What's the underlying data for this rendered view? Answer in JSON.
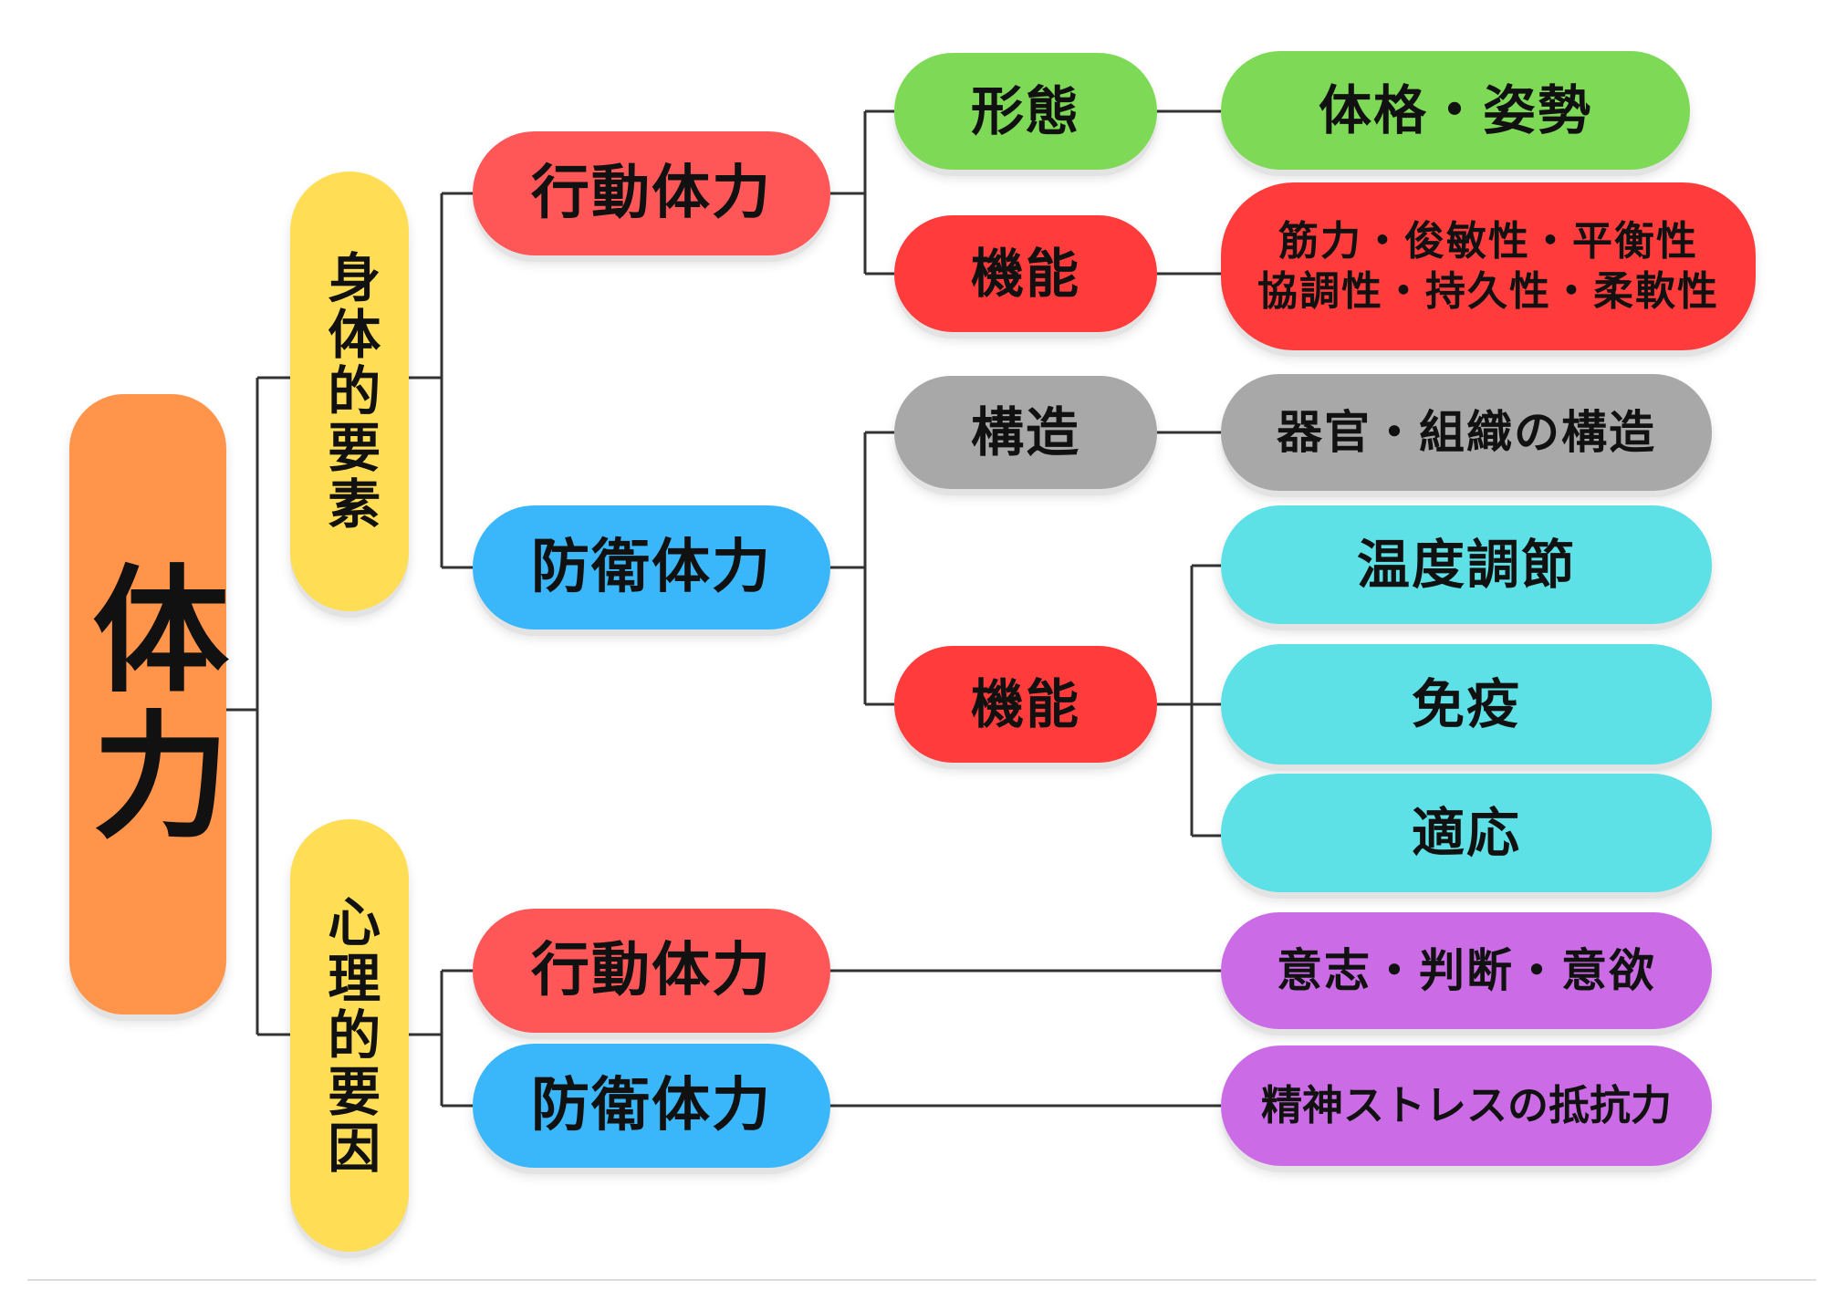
{
  "colors": {
    "root": "#FF944A",
    "category": "#FFDD55",
    "action": "#FF5758",
    "defense": "#3AB6FB",
    "form": "#7ED957",
    "function": "#FF3B3C",
    "structure": "#A8A8A8",
    "defense_function": "#5DE0E6",
    "psych": "#CB6CE6",
    "line": "#333333"
  },
  "root": {
    "label": "体力"
  },
  "physical": {
    "label": "身体的要素",
    "action": {
      "label": "行動体力",
      "form": {
        "label": "形態",
        "detail": "体格・姿勢"
      },
      "function": {
        "label": "機能",
        "detail_line1": "筋力・俊敏性・平衡性",
        "detail_line2": "協調性・持久性・柔軟性"
      }
    },
    "defense": {
      "label": "防衛体力",
      "structure": {
        "label": "構造",
        "detail": "器官・組織の構造"
      },
      "function": {
        "label": "機能",
        "details": [
          "温度調節",
          "免疫",
          "適応"
        ]
      }
    }
  },
  "mental": {
    "label": "心理的要因",
    "action": {
      "label": "行動体力",
      "detail": "意志・判断・意欲"
    },
    "defense": {
      "label": "防衛体力",
      "detail": "精神ストレスの抵抗力"
    }
  }
}
